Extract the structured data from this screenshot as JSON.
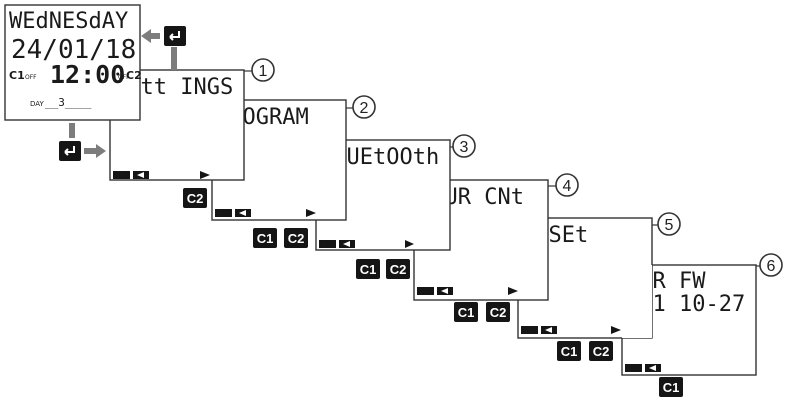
{
  "main_screen": {
    "day": "WEdNESdAY",
    "date": "24/01/18",
    "c1": "C1",
    "c1_state": "OFF",
    "time": "12:00",
    "c2_state": "OFF",
    "c2": "C2",
    "day_label": "DAY",
    "day_value": "__3____"
  },
  "enter_icon": "enter-key-icon",
  "screens": [
    {
      "num": "1",
      "text": "SEtt INGS",
      "esc": "ESC",
      "buttons": [
        "C2"
      ]
    },
    {
      "num": "2",
      "text": "PROGRAM",
      "esc": "ESC",
      "buttons": [
        "C1",
        "C2"
      ]
    },
    {
      "num": "3",
      "text": "bLUEtOOth",
      "esc": "ESC",
      "buttons": [
        "C1",
        "C2"
      ]
    },
    {
      "num": "4",
      "text": "HOUR CNt",
      "esc": "ESC",
      "buttons": [
        "C1",
        "C2"
      ]
    },
    {
      "num": "5",
      "text": "RESEt",
      "esc": "ESC",
      "buttons": [
        "C1",
        "C2"
      ]
    },
    {
      "num": "6",
      "text": "VER FW",
      "text2": "001 10-27",
      "esc": "ESC",
      "buttons": [
        "C1"
      ]
    }
  ],
  "colors": {
    "badge": "#151515",
    "arrow": "#7d7d7d",
    "line": "#333333"
  }
}
